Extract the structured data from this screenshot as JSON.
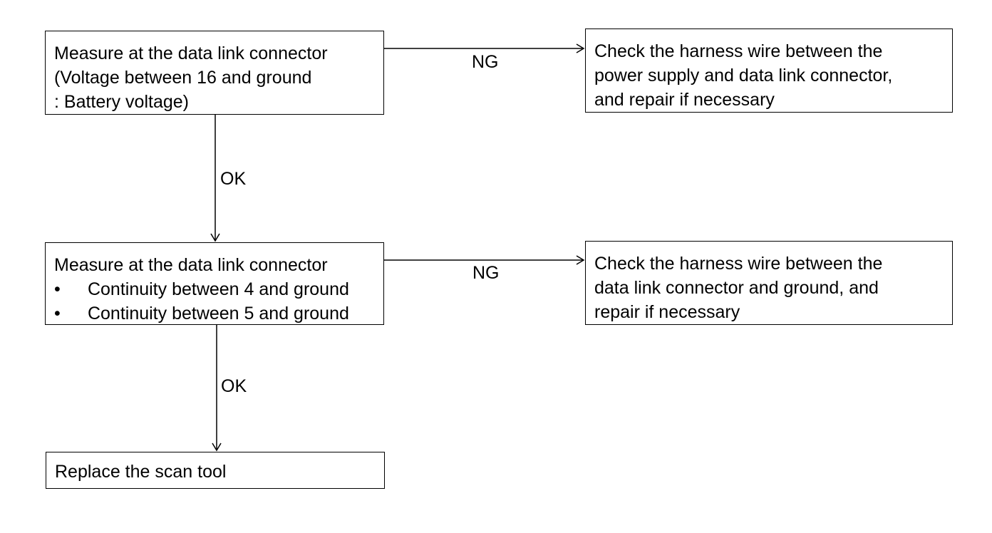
{
  "nodes": {
    "measure_voltage": {
      "lines": [
        "Measure at the data link connector",
        "(Voltage between 16 and ground",
        ": Battery voltage)"
      ]
    },
    "check_power_harness": {
      "lines": [
        "Check the harness wire between the",
        "power supply and data link connector,",
        "and repair if necessary"
      ]
    },
    "measure_continuity": {
      "title": "Measure at the data link connector",
      "bullet_symbol": "•",
      "bullets": [
        "Continuity between 4 and ground",
        "Continuity between 5 and ground"
      ]
    },
    "check_ground_harness": {
      "lines": [
        "Check the harness wire between the",
        "data link connector and ground, and",
        "repair if necessary"
      ]
    },
    "replace_tool": {
      "lines": [
        "Replace the scan tool"
      ]
    }
  },
  "edges": {
    "voltage_ng": "NG",
    "voltage_ok": "OK",
    "continuity_ng": "NG",
    "continuity_ok": "OK"
  },
  "colors": {
    "line": "#000000",
    "background": "#ffffff"
  }
}
